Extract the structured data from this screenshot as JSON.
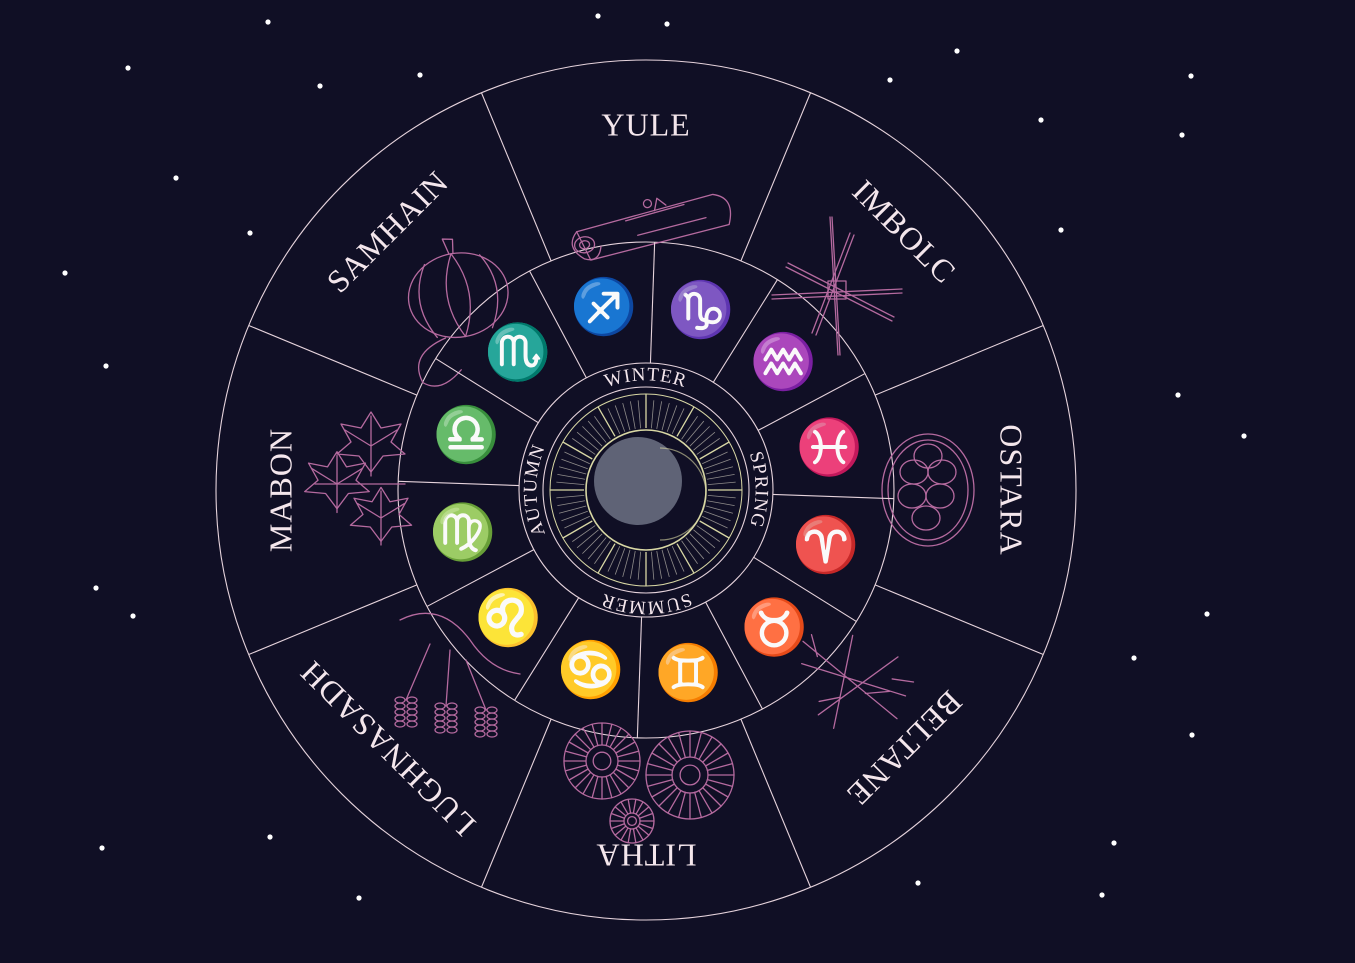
{
  "colors": {
    "background": "#100f25",
    "line": "#e6d3dc",
    "text": "#f4e6ec",
    "illustration": "#b56a9f",
    "sun_rays": "#d8d7a4",
    "moon": "#5f6376",
    "star": "#ffffff"
  },
  "festivals": [
    "YULE",
    "IMBOLC",
    "OSTARA",
    "BELTANE",
    "LITHA",
    "LUGHNASADH",
    "MABON",
    "SAMHAIN"
  ],
  "seasons": [
    "WINTER",
    "SPRING",
    "SUMMER",
    "AUTUMN"
  ],
  "zodiac": [
    {
      "name": "sagittarius",
      "glyph": "♐"
    },
    {
      "name": "capricorn",
      "glyph": "♑"
    },
    {
      "name": "aquarius",
      "glyph": "♒"
    },
    {
      "name": "pisces",
      "glyph": "♓"
    },
    {
      "name": "aries",
      "glyph": "♈"
    },
    {
      "name": "taurus",
      "glyph": "♉"
    },
    {
      "name": "gemini",
      "glyph": "♊"
    },
    {
      "name": "cancer",
      "glyph": "♋"
    },
    {
      "name": "leo",
      "glyph": "♌"
    },
    {
      "name": "virgo",
      "glyph": "♍"
    },
    {
      "name": "libra",
      "glyph": "♎"
    },
    {
      "name": "scorpio",
      "glyph": "♏"
    }
  ],
  "illustrations": [
    {
      "festival": "YULE",
      "icon": "yule-log-icon"
    },
    {
      "festival": "IMBOLC",
      "icon": "brigid-cross-icon"
    },
    {
      "festival": "OSTARA",
      "icon": "egg-basket-icon"
    },
    {
      "festival": "BELTANE",
      "icon": "maypole-branches-icon"
    },
    {
      "festival": "LITHA",
      "icon": "sunflowers-icon"
    },
    {
      "festival": "LUGHNASADH",
      "icon": "wheat-and-sickle-icon"
    },
    {
      "festival": "MABON",
      "icon": "maple-leaves-icon"
    },
    {
      "festival": "SAMHAIN",
      "icon": "pumpkin-icon"
    }
  ],
  "center": {
    "icon": "crescent-moon-icon"
  }
}
